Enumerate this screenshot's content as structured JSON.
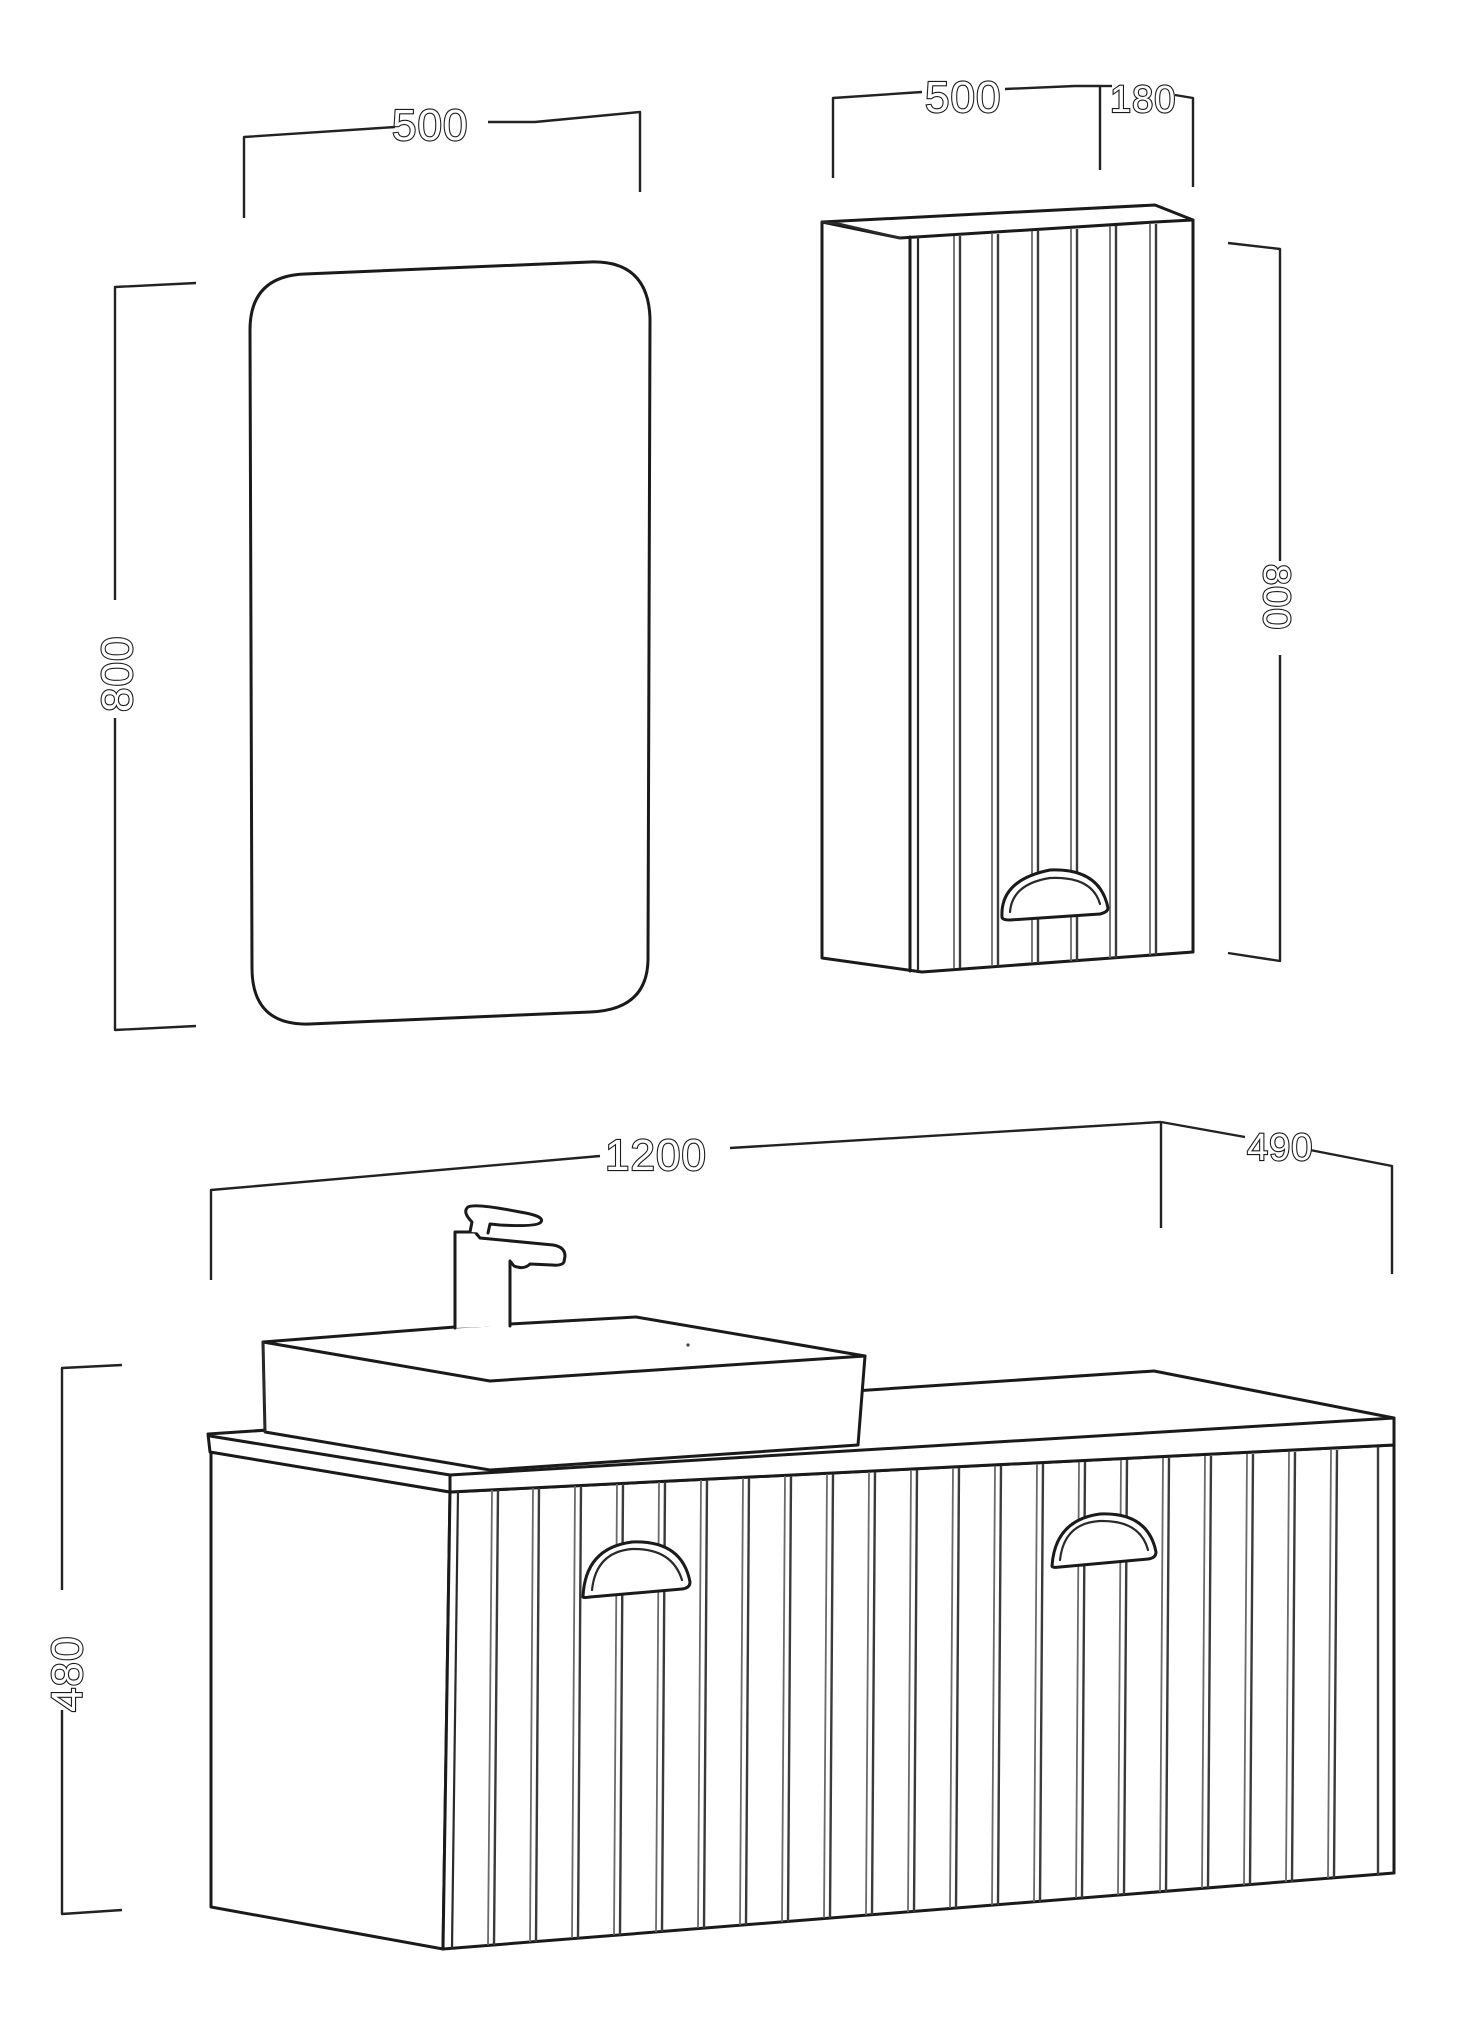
{
  "drawing": {
    "type": "dimension drawing",
    "units": "mm",
    "colors": {
      "background": "#ffffff",
      "line": "#1a1a1a"
    }
  },
  "mirror": {
    "name": "Mirror",
    "width_label": "500",
    "height_label": "800"
  },
  "tall_cabinet": {
    "name": "Wall cabinet",
    "width_label": "500",
    "depth_label": "180",
    "height_label": "800"
  },
  "vanity": {
    "name": "Vanity unit with countertop basin",
    "width_label": "1200",
    "depth_label": "490",
    "height_label": "480"
  }
}
